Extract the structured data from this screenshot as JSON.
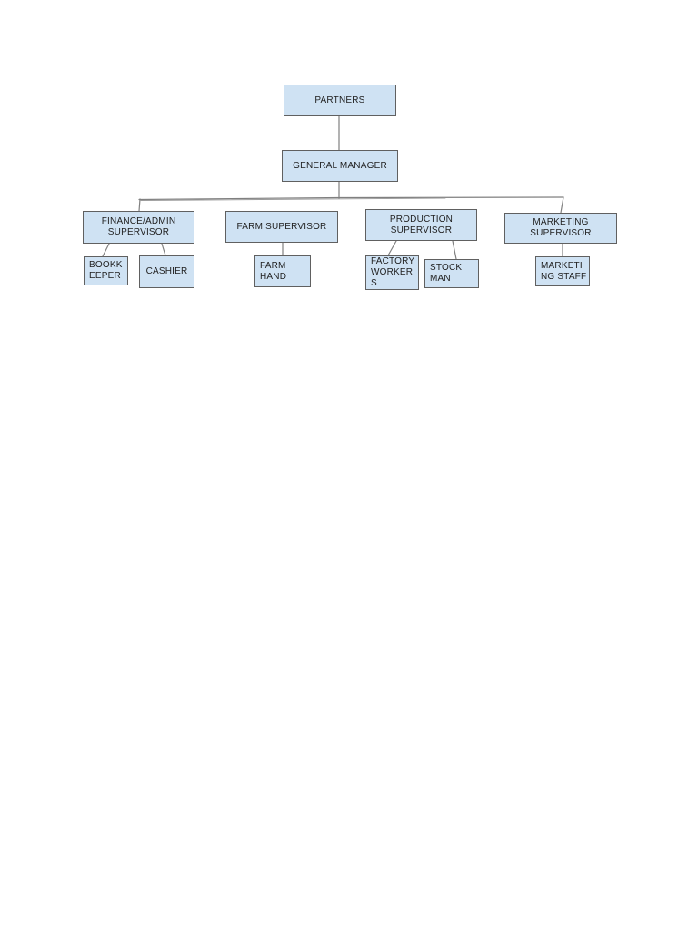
{
  "document": {
    "kind": "organizational-chart-page",
    "background": "#ffffff"
  },
  "diagram": {
    "colors": {
      "box_fill": "#cfe2f3",
      "box_border": "#606060",
      "line_color": "#808080",
      "text_color": "#212121"
    },
    "nodes": {
      "partners": {
        "label": "PARTNERS"
      },
      "general_manager": {
        "label": "GENERAL MANAGER"
      },
      "finance_admin_supervisor": {
        "label": "FINANCE/ADMIN\nSUPERVISOR"
      },
      "farm_supervisor": {
        "label": "FARM SUPERVISOR"
      },
      "production_supervisor": {
        "label": "PRODUCTION\nSUPERVISOR"
      },
      "marketing_supervisor": {
        "label": "MARKETING\nSUPERVISOR"
      },
      "bookkeeper": {
        "label": "BOOKK\nEEPER"
      },
      "cashier": {
        "label": "CASHIER"
      },
      "farm_hand": {
        "label": "FARM\nHAND"
      },
      "factory_workers": {
        "label": "FACTORY\nWORKER\nS"
      },
      "stock_man": {
        "label": "STOCK\nMAN"
      },
      "marketing_staff": {
        "label": "MARKETI\nNG STAFF"
      }
    },
    "hierarchy": [
      {
        "parent": "PARTNERS",
        "children": [
          "GENERAL MANAGER"
        ]
      },
      {
        "parent": "GENERAL MANAGER",
        "children": [
          "FINANCE/ADMIN SUPERVISOR",
          "FARM SUPERVISOR",
          "PRODUCTION SUPERVISOR",
          "MARKETING SUPERVISOR"
        ]
      },
      {
        "parent": "FINANCE/ADMIN SUPERVISOR",
        "children": [
          "BOOKKEEPER",
          "CASHIER"
        ]
      },
      {
        "parent": "FARM SUPERVISOR",
        "children": [
          "FARM HAND"
        ]
      },
      {
        "parent": "PRODUCTION SUPERVISOR",
        "children": [
          "FACTORY WORKERS",
          "STOCK MAN"
        ]
      },
      {
        "parent": "MARKETING SUPERVISOR",
        "children": [
          "MARKETING STAFF"
        ]
      }
    ]
  }
}
